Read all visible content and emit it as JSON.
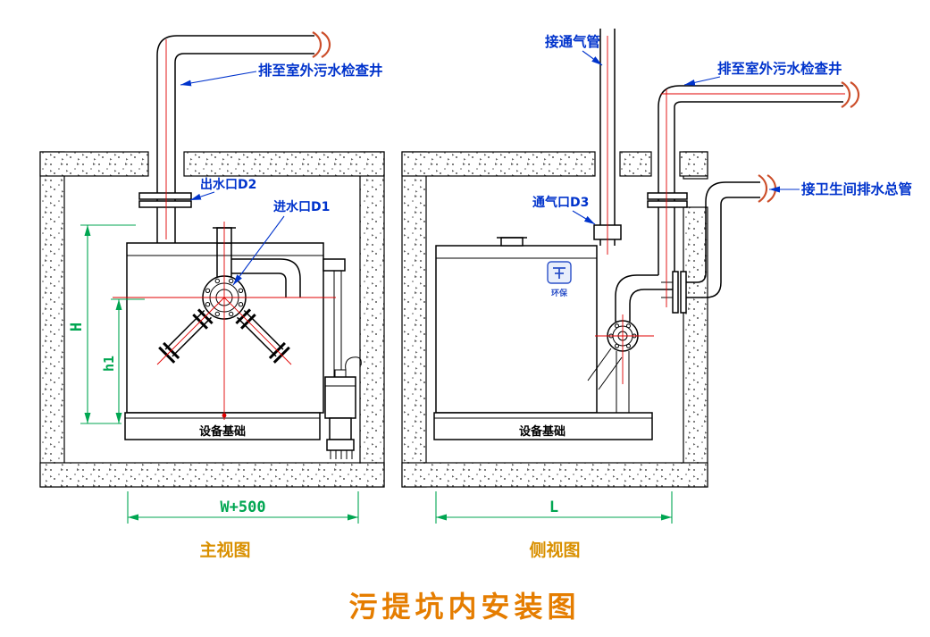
{
  "title": "污提坑内安装图",
  "colors": {
    "label_blue": "#0033cc",
    "dimension_green": "#00a651",
    "caption_orange": "#d99000",
    "title_orange": "#e57d00",
    "centerline_red": "#e00000",
    "pipe_break_orange": "#cc4e2a"
  },
  "front_view": {
    "caption": "主视图",
    "labels": {
      "to_outdoor_well": "排至室外污水检查井",
      "outlet_port": "出水口D2",
      "inlet_port": "进水口D1",
      "equipment_base": "设备基础"
    },
    "dimensions": {
      "height": "H",
      "height1": "h1",
      "width": "W+500"
    }
  },
  "side_view": {
    "caption": "侧视图",
    "labels": {
      "vent_connection": "接通气管",
      "to_outdoor_well": "排至室外污水检查井",
      "toilet_drain_main": "接卫生间排水总管",
      "vent_port": "通气口D3",
      "equipment_base": "设备基础",
      "tank_logo": "环保"
    },
    "dimensions": {
      "length": "L"
    }
  }
}
